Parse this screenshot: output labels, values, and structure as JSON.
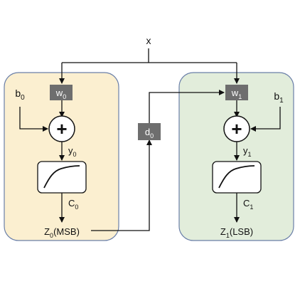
{
  "input": {
    "text": "x"
  },
  "left_unit": {
    "weight": {
      "base": "w",
      "sub": "0"
    },
    "bias": {
      "base": "b",
      "sub": "0"
    },
    "sum_output": {
      "base": "y",
      "sub": "0"
    },
    "activation_output": {
      "base": "C",
      "sub": "0"
    },
    "output": {
      "base": "Z",
      "sub": "0",
      "suffix": "(MSB)"
    },
    "fill_color": "#fbefd0"
  },
  "right_unit": {
    "weight": {
      "base": "w",
      "sub": "1"
    },
    "bias": {
      "base": "b",
      "sub": "1"
    },
    "sum_output": {
      "base": "y",
      "sub": "1"
    },
    "activation_output": {
      "base": "C",
      "sub": "1"
    },
    "output": {
      "base": "Z",
      "sub": "1",
      "suffix": "(LSB)"
    },
    "fill_color": "#e2eddb"
  },
  "delay": {
    "base": "d",
    "sub": "0"
  },
  "box_color": "#6e6e6e",
  "adder_symbol": "+"
}
